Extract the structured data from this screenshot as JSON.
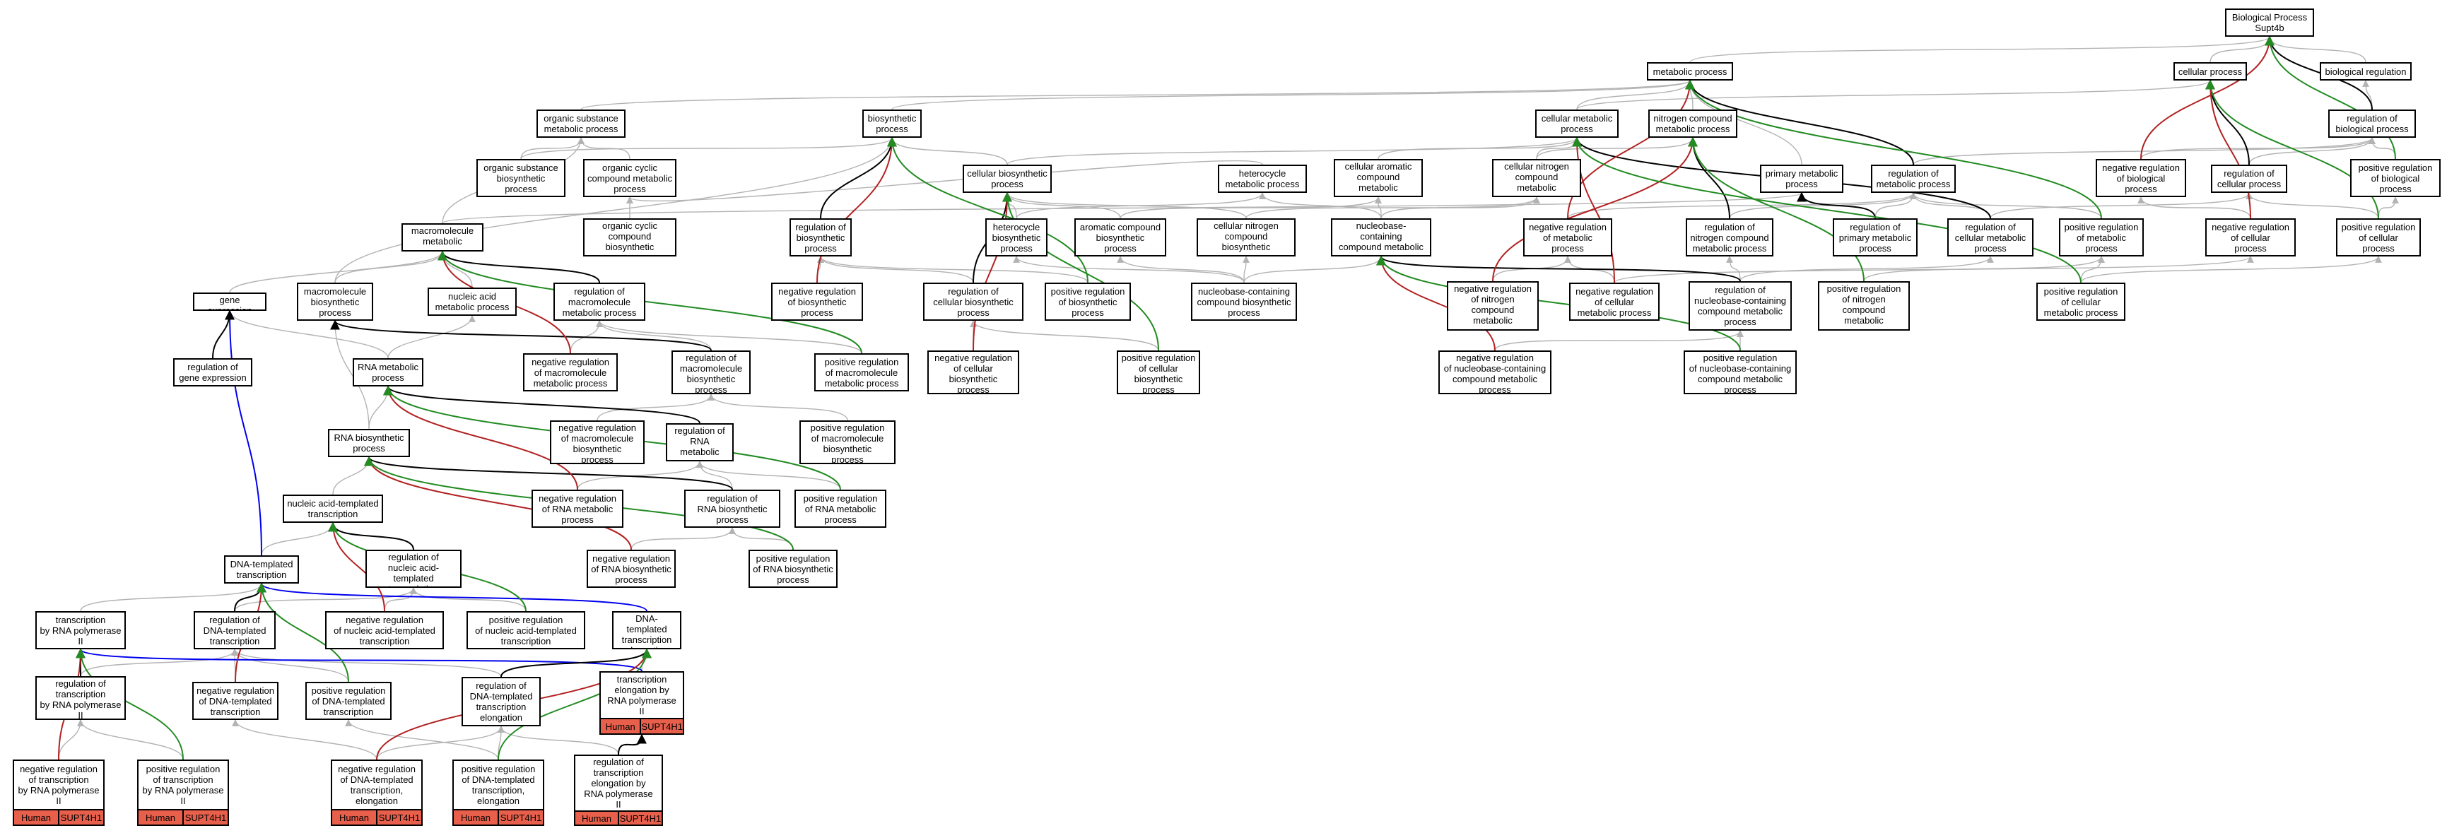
{
  "annotation": {
    "species": "Human",
    "gene": "SUPT4H1"
  },
  "colors": {
    "is_a": "#b3b3b3",
    "part_of": "#000000",
    "negatively_regulates": "#b22222",
    "positively_regulates": "#228b22",
    "regulates_blue": "#0000ee"
  },
  "nodes": {
    "bp": "Biological Process\nSupt4b",
    "metabolic": "metabolic process",
    "cellular_process": "cellular process",
    "biological_regulation": "biological regulation",
    "org_sub_met": "organic substance\nmetabolic process",
    "biosynthetic": "biosynthetic\nprocess",
    "cellular_metabolic": "cellular metabolic\nprocess",
    "nitrogen_compound_met": "nitrogen compound\nmetabolic process",
    "reg_bio_process": "regulation of\nbiological process",
    "org_sub_biosyn": "organic substance\nbiosynthetic\nprocess",
    "org_cyclic_met": "organic cyclic\ncompound metabolic\nprocess",
    "cellular_biosyn": "cellular biosynthetic\nprocess",
    "heterocycle_met": "heterocycle\nmetabolic process",
    "cell_aromatic_met": "cellular aromatic\ncompound metabolic\nprocess",
    "cell_nitrogen_met": "cellular nitrogen\ncompound metabolic\nprocess",
    "primary_met": "primary metabolic\nprocess",
    "reg_met": "regulation of\nmetabolic process",
    "neg_reg_bio": "negative regulation\nof biological\nprocess",
    "reg_cellular_process": "regulation of\ncellular process",
    "pos_reg_bio": "positive regulation\nof biological\nprocess",
    "macro_met": "macromolecule\nmetabolic process",
    "org_cyclic_biosyn": "organic cyclic\ncompound biosynthetic\nprocess",
    "reg_biosyn": "regulation of\nbiosynthetic\nprocess",
    "heterocycle_biosyn": "heterocycle\nbiosynthetic\nprocess",
    "aromatic_biosyn": "aromatic compound\nbiosynthetic\nprocess",
    "cell_nitrogen_biosyn": "cellular nitrogen\ncompound biosynthetic\nprocess",
    "nucleobase_met": "nucleobase-containing\ncompound metabolic\nprocess",
    "neg_reg_met": "negative regulation\nof metabolic\nprocess",
    "reg_nitrogen_met": "regulation of\nnitrogen compound\nmetabolic process",
    "reg_primary_met": "regulation of\nprimary metabolic\nprocess",
    "reg_cell_met": "regulation of\ncellular metabolic\nprocess",
    "pos_reg_met": "positive regulation\nof metabolic\nprocess",
    "neg_reg_cellular": "negative regulation\nof cellular\nprocess",
    "pos_reg_cellular": "positive regulation\nof cellular\nprocess",
    "gene_expression": "gene expression",
    "macro_biosyn": "macromolecule\nbiosynthetic\nprocess",
    "nucleic_acid_met": "nucleic acid\nmetabolic process",
    "reg_macro_met": "regulation of\nmacromolecule\nmetabolic process",
    "neg_reg_biosyn": "negative regulation\nof biosynthetic\nprocess",
    "reg_cell_biosyn": "regulation of\ncellular biosynthetic\nprocess",
    "pos_reg_biosyn": "positive regulation\nof biosynthetic\nprocess",
    "nucleobase_biosyn": "nucleobase-containing\ncompound biosynthetic\nprocess",
    "neg_reg_nitrogen_met": "negative regulation\nof nitrogen\ncompound metabolic\nprocess",
    "neg_reg_cell_met": "negative regulation\nof cellular\nmetabolic process",
    "reg_nucleobase_met": "regulation of\nnucleobase-containing\ncompound metabolic\nprocess",
    "pos_reg_nitrogen_met": "positive regulation\nof nitrogen\ncompound metabolic\nprocess",
    "pos_reg_cell_met": "positive regulation\nof cellular\nmetabolic process",
    "reg_gene_expression": "regulation of\ngene expression",
    "rna_met": "RNA metabolic\nprocess",
    "neg_reg_macro_met": "negative regulation\nof macromolecule\nmetabolic process",
    "reg_macro_biosyn": "regulation of\nmacromolecule\nbiosynthetic\nprocess",
    "pos_reg_macro_met": "positive regulation\nof macromolecule\nmetabolic process",
    "neg_reg_cell_biosyn": "negative regulation\nof cellular\nbiosynthetic\nprocess",
    "pos_reg_cell_biosyn": "positive regulation\nof cellular\nbiosynthetic\nprocess",
    "neg_reg_nucleobase_met": "negative regulation\nof nucleobase-containing\ncompound metabolic\nprocess",
    "pos_reg_nucleobase_met": "positive regulation\nof nucleobase-containing\ncompound metabolic\nprocess",
    "rna_biosyn": "RNA biosynthetic\nprocess",
    "neg_reg_macro_biosyn": "negative regulation\nof macromolecule\nbiosynthetic\nprocess",
    "reg_rna_met": "regulation of\nRNA metabolic\nprocess",
    "pos_reg_macro_biosyn": "positive regulation\nof macromolecule\nbiosynthetic\nprocess",
    "nat": "nucleic acid-templated\ntranscription",
    "neg_reg_rna_met": "negative regulation\nof RNA metabolic\nprocess",
    "reg_rna_biosyn": "regulation of\nRNA biosynthetic\nprocess",
    "pos_reg_rna_met": "positive regulation\nof RNA metabolic\nprocess",
    "dt_transcription": "DNA-templated\ntranscription",
    "reg_nat": "regulation of\nnucleic acid-templated\ntranscription",
    "neg_reg_rna_biosyn": "negative regulation\nof RNA biosynthetic\nprocess",
    "pos_reg_rna_biosyn": "positive regulation\nof RNA biosynthetic\nprocess",
    "tr_pol2": "transcription\nby RNA polymerase\nII",
    "reg_dt": "regulation of\nDNA-templated\ntranscription",
    "neg_reg_nat": "negative regulation\nof nucleic acid-templated\ntranscription",
    "pos_reg_nat": "positive regulation\nof nucleic acid-templated\ntranscription",
    "dt_elong": "DNA-templated\ntranscription\nelongation",
    "reg_tr_pol2": "regulation of\ntranscription\nby RNA polymerase\nII",
    "neg_reg_dt": "negative regulation\nof DNA-templated\ntranscription",
    "pos_reg_dt": "positive regulation\nof DNA-templated\ntranscription",
    "reg_dt_elong": "regulation of\nDNA-templated\ntranscription\nelongation",
    "tr_elong_pol2": "transcription\nelongation by\nRNA polymerase\nII",
    "neg_reg_tr_pol2": "negative regulation\nof transcription\nby RNA polymerase\nII",
    "pos_reg_tr_pol2": "positive regulation\nof transcription\nby RNA polymerase\nII",
    "neg_reg_dt_elong": "negative regulation\nof DNA-templated\ntranscription,\nelongation",
    "pos_reg_dt_elong": "positive regulation\nof DNA-templated\ntranscription,\nelongation",
    "reg_tr_elong_pol2": "regulation of\ntranscription\nelongation by\nRNA polymerase\nII"
  }
}
